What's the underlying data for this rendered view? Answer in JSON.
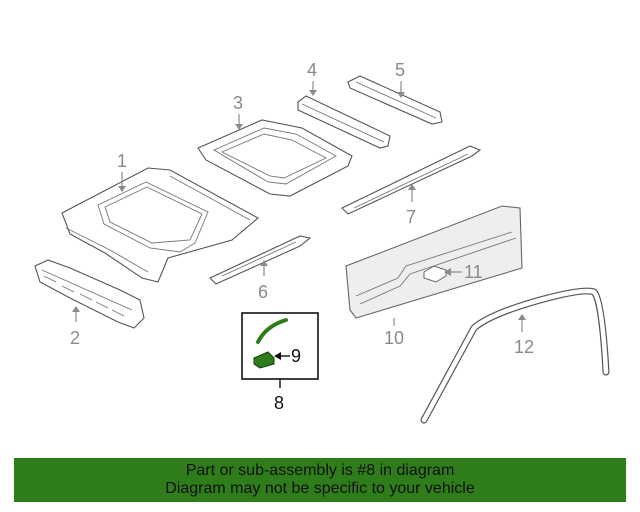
{
  "callouts": {
    "c1": "1",
    "c2": "2",
    "c3": "3",
    "c4": "4",
    "c5": "5",
    "c6": "6",
    "c7": "7",
    "c8": "8",
    "c9": "9",
    "c10": "10",
    "c11": "11",
    "c12": "12"
  },
  "banner": {
    "line1": "Part or sub-assembly is #8 in diagram",
    "line2": "Diagram may not be specific to your vehicle"
  },
  "colors": {
    "highlight": "#2f7d1a",
    "banner_bg": "#2f7d1a",
    "callout_grey": "#8a8a8a"
  }
}
